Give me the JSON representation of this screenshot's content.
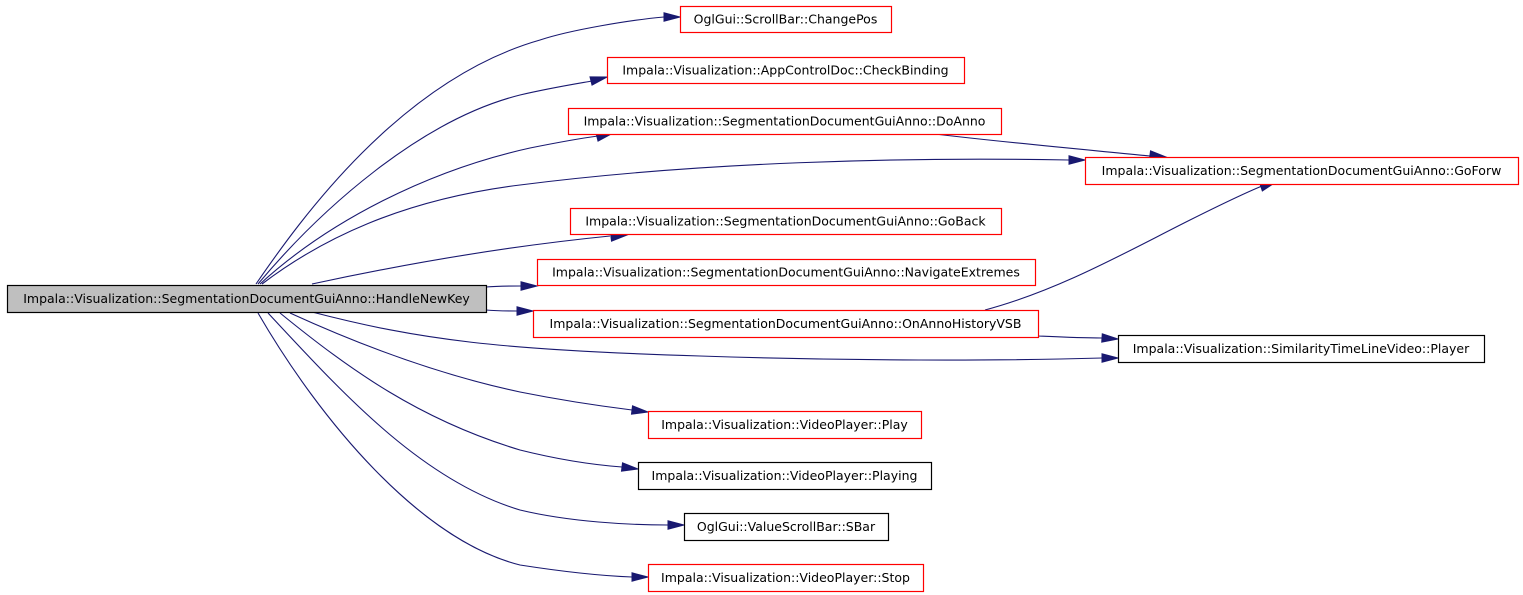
{
  "graph": {
    "colors": {
      "edge": "#191970",
      "root_fill": "#bfbfbf",
      "root_stroke": "#000000",
      "documented_border": "#ff0000",
      "undocumented_border": "#000000"
    },
    "nodes": [
      {
        "id": "root",
        "label": "Impala::Visualization::SegmentationDocumentGuiAnno::HandleNewKey",
        "style": "root"
      },
      {
        "id": "changepos",
        "label": "OglGui::ScrollBar::ChangePos",
        "style": "documented"
      },
      {
        "id": "checkbinding",
        "label": "Impala::Visualization::AppControlDoc::CheckBinding",
        "style": "documented"
      },
      {
        "id": "doanno",
        "label": "Impala::Visualization::SegmentationDocumentGuiAnno::DoAnno",
        "style": "documented"
      },
      {
        "id": "goforw",
        "label": "Impala::Visualization::SegmentationDocumentGuiAnno::GoForw",
        "style": "documented"
      },
      {
        "id": "goback",
        "label": "Impala::Visualization::SegmentationDocumentGuiAnno::GoBack",
        "style": "documented"
      },
      {
        "id": "navextremes",
        "label": "Impala::Visualization::SegmentationDocumentGuiAnno::NavigateExtremes",
        "style": "documented"
      },
      {
        "id": "onannohistory",
        "label": "Impala::Visualization::SegmentationDocumentGuiAnno::OnAnnoHistoryVSB",
        "style": "documented"
      },
      {
        "id": "simplayer",
        "label": "Impala::Visualization::SimilarityTimeLineVideo::Player",
        "style": "undocumented"
      },
      {
        "id": "play",
        "label": "Impala::Visualization::VideoPlayer::Play",
        "style": "documented"
      },
      {
        "id": "playing",
        "label": "Impala::Visualization::VideoPlayer::Playing",
        "style": "undocumented"
      },
      {
        "id": "sbar",
        "label": "OglGui::ValueScrollBar::SBar",
        "style": "undocumented"
      },
      {
        "id": "stop",
        "label": "Impala::Visualization::VideoPlayer::Stop",
        "style": "documented"
      }
    ],
    "edges": [
      {
        "from": "root",
        "to": "changepos"
      },
      {
        "from": "root",
        "to": "checkbinding"
      },
      {
        "from": "root",
        "to": "doanno"
      },
      {
        "from": "root",
        "to": "goforw"
      },
      {
        "from": "root",
        "to": "goback"
      },
      {
        "from": "root",
        "to": "navextremes"
      },
      {
        "from": "root",
        "to": "onannohistory"
      },
      {
        "from": "root",
        "to": "simplayer"
      },
      {
        "from": "root",
        "to": "play"
      },
      {
        "from": "root",
        "to": "playing"
      },
      {
        "from": "root",
        "to": "sbar"
      },
      {
        "from": "root",
        "to": "stop"
      },
      {
        "from": "doanno",
        "to": "goforw"
      },
      {
        "from": "onannohistory",
        "to": "goforw"
      },
      {
        "from": "onannohistory",
        "to": "simplayer"
      }
    ]
  }
}
